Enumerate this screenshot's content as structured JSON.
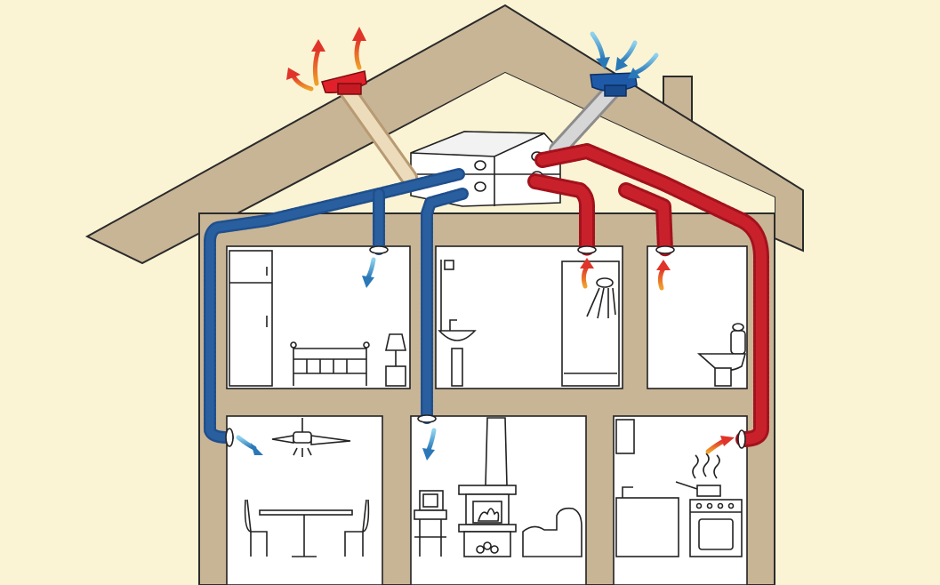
{
  "diagram": {
    "subject": "house-ventilation-heat-recovery",
    "colors": {
      "background": "#fbf4d4",
      "wall": "#c8b596",
      "supply": "#2a5f9f",
      "extract": "#c9212b",
      "exhaust_duct": "#ecdcbc",
      "intake_duct": "#d6d6d6",
      "arrow_supply": "#3b8fc7",
      "arrow_extract": "#e0552a"
    },
    "rooms": [
      "bedroom",
      "bathroom",
      "toilet",
      "dining-room",
      "living-room",
      "kitchen"
    ],
    "icons": [
      "exhaust-vent-icon",
      "intake-vent-icon",
      "recovery-unit-icon",
      "fan-icon",
      "fireplace-icon",
      "shower-icon",
      "stove-icon"
    ]
  }
}
